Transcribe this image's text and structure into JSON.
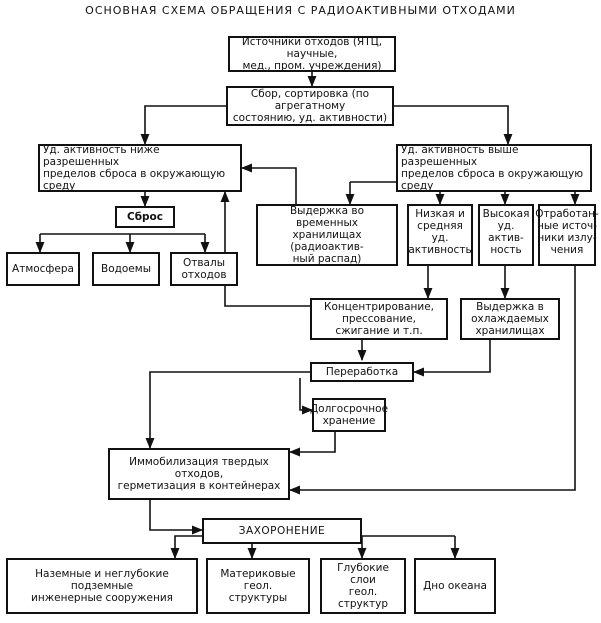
{
  "title": "ОСНОВНАЯ СХЕМА ОБРАЩЕНИЯ С РАДИОАКТИВНЫМИ ОТХОДАМИ",
  "nodes": {
    "sources": "Источники отходов (ЯТЦ, научные,\nмед., пром. учреждения)",
    "sorting": "Сбор, сортировка (по агрегатному\nсостоянию, уд. активности)",
    "low_below": "Уд. активность ниже разрешенных\nпределов сброса в окружающую\nсреду",
    "high_above": "Уд. активность выше разрешенных\nпределов сброса в окружающую\nсреду",
    "discharge": "Сброс",
    "atmosphere": "Атмосфера",
    "water": "Водоемы",
    "dumps": "Отвалы\nотходов",
    "temp_storage": "Выдержка во временных\nхранилищах (радиоактив-\nный распад)",
    "low_medium": "Низкая и\nсредняя уд.\nактивность",
    "high_activity": "Высокая\nуд. актив-\nность",
    "spent_sources": "Отработан-\nные источ-\nники излу-\nчения",
    "concentration": "Концентрирование,\nпрессование,\nсжигание и т.п.",
    "cooled_storage": "Выдержка в\nохлаждаемых\nхранилищах",
    "processing": "Переработка",
    "longterm": "Долгосрочное\nхранение",
    "immobilization": "Иммобилизация твердых\nотходов,\nгерметизация в контейнерах",
    "burial": "ЗАХОРОНЕНИЕ",
    "surface": "Наземные и неглубокие подземные\nинженерные сооружения",
    "continental": "Материковые геол.\nструктуры",
    "deep": "Глубокие слои\nгеол. структур",
    "ocean": "Дно океана"
  }
}
